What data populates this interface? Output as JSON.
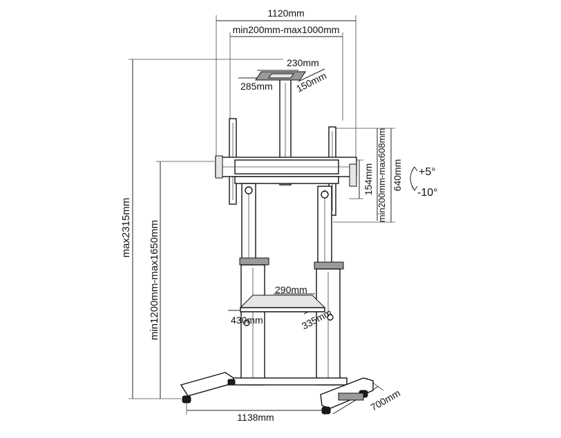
{
  "dimensions": {
    "overall_width": "1120mm",
    "vesa_range": "min200mm-max1000mm",
    "top_tray_width": "230mm",
    "top_tray_depth": "285mm",
    "top_tray_height": "150mm",
    "bracket_height": "154mm",
    "vesa_vertical": "min200mm-max608mm",
    "bracket_total_height": "640mm",
    "tilt_up": "+5°",
    "tilt_down": "-10°",
    "max_height": "max2315mm",
    "center_height": "min1200mm-max1650mm",
    "shelf_width": "290mm",
    "shelf_depth": "430mm",
    "shelf_side": "335mm",
    "base_width": "1138mm",
    "base_depth": "700mm"
  }
}
